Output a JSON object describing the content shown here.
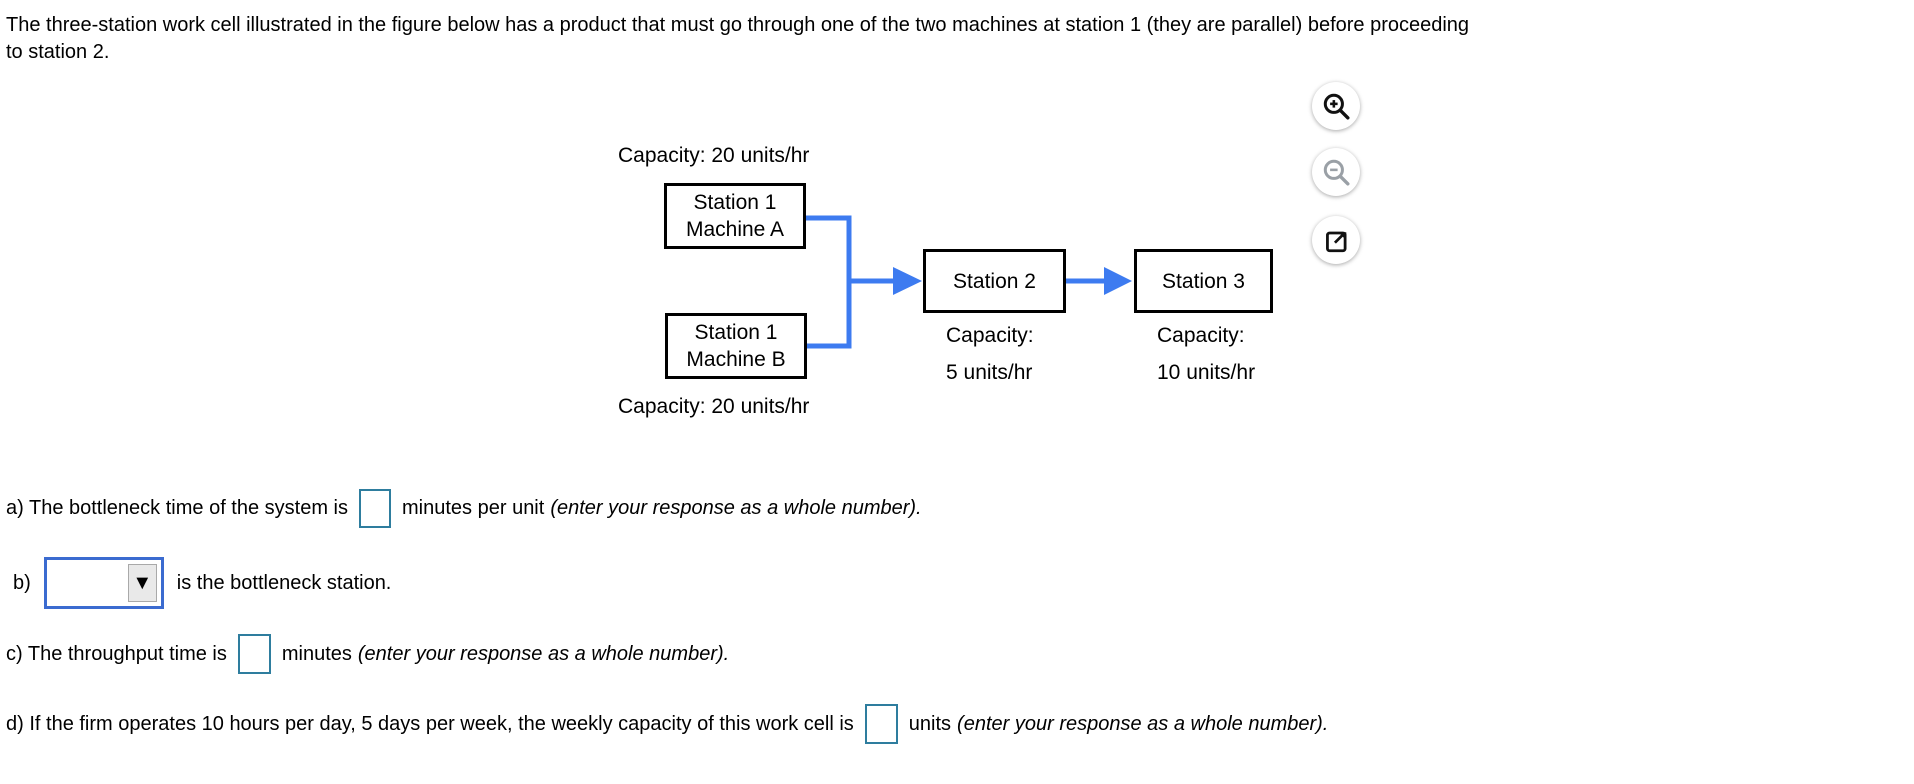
{
  "intro": {
    "line1": "The three-station work cell illustrated in the figure below has a product that must go through one of the two machines at station 1 (they are parallel) before proceeding",
    "line2": "to station 2."
  },
  "figure": {
    "capacity_top": "Capacity: 20 units/hr",
    "capacity_bottom": "Capacity: 20 units/hr",
    "machine_a": {
      "line1": "Station 1",
      "line2": "Machine A"
    },
    "machine_b": {
      "line1": "Station 1",
      "line2": "Machine B"
    },
    "station2": {
      "label": "Station 2",
      "cap_line1": "Capacity:",
      "cap_line2": "5 units/hr"
    },
    "station3": {
      "label": "Station 3",
      "cap_line1": "Capacity:",
      "cap_line2": "10 units/hr"
    }
  },
  "toolbar": {
    "buttons": [
      "zoom-in",
      "zoom-out",
      "open-in-new-window"
    ]
  },
  "questions": {
    "a": {
      "prefix": "a) The bottleneck time of the system is",
      "middle": "minutes per unit",
      "note": "(enter your response as a whole number).",
      "input_value": ""
    },
    "b": {
      "prefix": "b)",
      "suffix": "is the bottleneck station.",
      "selected_value": ""
    },
    "c": {
      "prefix": "c) The throughput time is",
      "middle": "minutes",
      "note": "(enter your response as a whole number).",
      "input_value": ""
    },
    "d": {
      "prefix": "d) If the firm operates 10 hours per day, 5 days per week, the weekly capacity of this work cell is",
      "middle": "units",
      "note": "(enter your response as a whole number).",
      "input_value": ""
    }
  },
  "ui": {
    "dropdown_arrow": "▼",
    "colors": {
      "arrow_blue": "#3D7BF0",
      "input_border": "#2E7D9E",
      "dropdown_border": "#3B6BD0",
      "box_border": "#000000"
    }
  }
}
